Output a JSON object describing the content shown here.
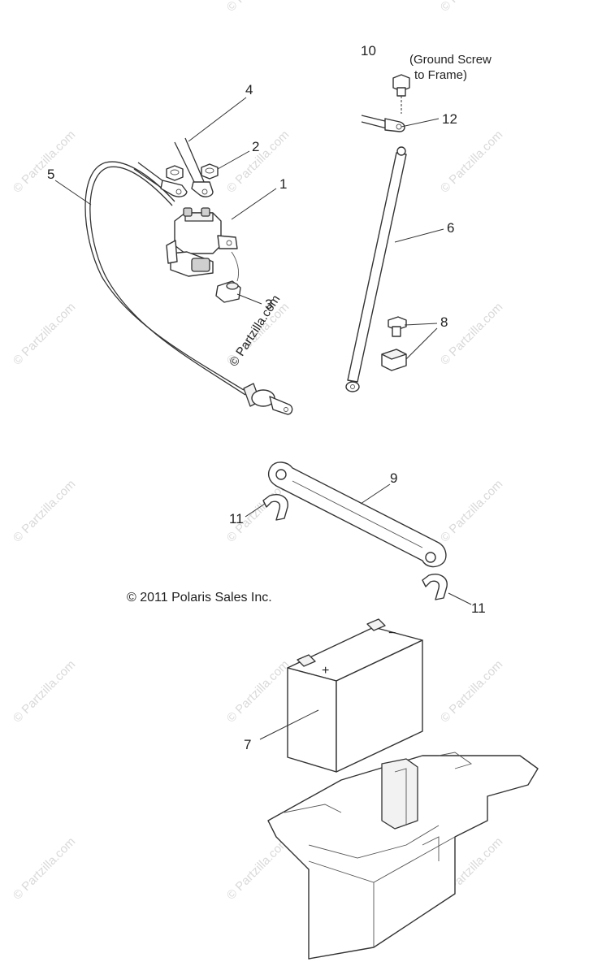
{
  "callouts": {
    "c1": "1",
    "c2": "2",
    "c3": "3",
    "c4": "4",
    "c5": "5",
    "c6": "6",
    "c7": "7",
    "c8": "8",
    "c9": "9",
    "c10": "10",
    "c11a": "11",
    "c11b": "11",
    "c12": "12"
  },
  "notes": {
    "ground_line1": "(Ground Screw",
    "ground_line2": "to Frame)",
    "copyright": "© 2011 Polaris Sales Inc."
  },
  "watermarks": {
    "text": "© Partzilla.com",
    "center": "© Partzilla.com"
  },
  "battery_terminals": {
    "plus": "+",
    "minus": "−"
  }
}
